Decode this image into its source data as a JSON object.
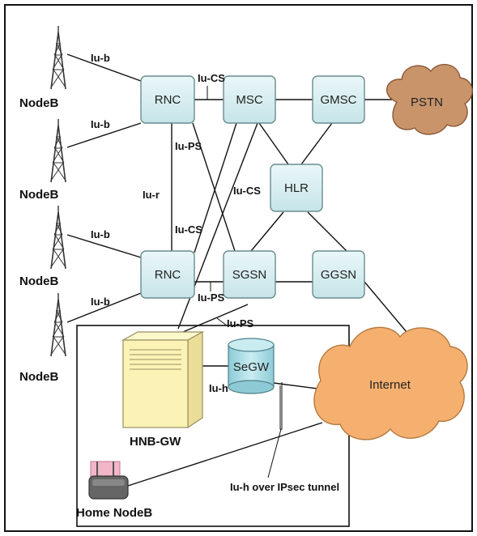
{
  "nodes": {
    "rnc_top": "RNC",
    "msc": "MSC",
    "gmsc": "GMSC",
    "hlr": "HLR",
    "rnc_bottom": "RNC",
    "sgsn": "SGSN",
    "ggsn": "GGSN",
    "segw": "SeGW",
    "hnbgw": "HNB-GW",
    "home_nodeb": "Home NodeB"
  },
  "clouds": {
    "pstn": "PSTN",
    "internet": "Internet"
  },
  "nodeb_labels": [
    "NodeB",
    "NodeB",
    "NodeB",
    "NodeB"
  ],
  "interfaces": {
    "iub_1": "Iu-b",
    "iub_2": "Iu-b",
    "iub_3": "Iu-b",
    "iub_4": "Iu-b",
    "iucs_top": "Iu-CS",
    "iups_top": "Iu-PS",
    "iur": "Iu-r",
    "iucs_mid": "Iu-CS",
    "iucs_lower": "Iu-CS",
    "iups_mid": "Iu-PS",
    "iups_hnb": "Iu-PS",
    "iuh": "Iu-h",
    "iuh_tunnel": "Iu-h over IPsec tunnel"
  },
  "colors": {
    "node_fill": "#d8eef0",
    "cloud_pstn": "#c9946a",
    "cloud_internet": "#f5b070",
    "hnbgw_fill": "#fbf3b6",
    "segw_fill": "#a9d8e0",
    "router_pink": "#f2b6c8"
  }
}
